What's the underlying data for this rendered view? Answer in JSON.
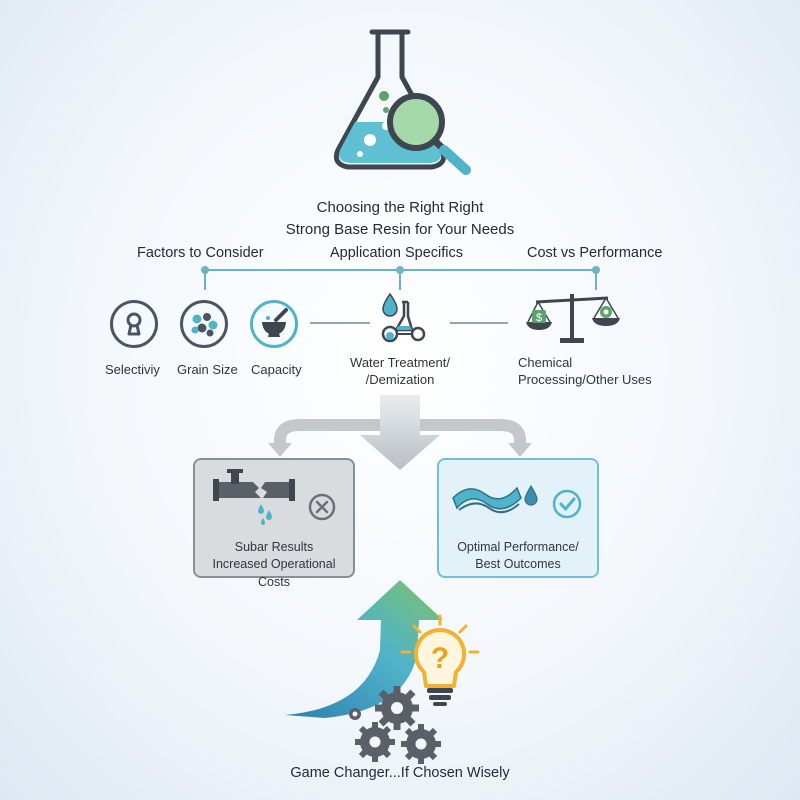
{
  "title": {
    "line1": "Choosing the Right Right",
    "line2": "Strong Base Resin for Your Needs"
  },
  "headers": {
    "factors": "Factors to Consider",
    "application": "Application Specifics",
    "cost": "Cost vs Performance"
  },
  "factors": {
    "selectivity": "Selectiviy",
    "grain_size": "Grain Size",
    "capacity": "Capacity"
  },
  "application": {
    "line1": "Water Treatment/",
    "line2": "/Demization"
  },
  "cost": {
    "line1": "Chemical",
    "line2": "Processing/Other Uses"
  },
  "outcomes": {
    "bad_line1": "Subar Results",
    "bad_line2": "Increased Operational Costs",
    "good_line1": "Optimal Performance/",
    "good_line2": "Best Outcomes"
  },
  "footer": "Game Changer...If Chosen Wisely",
  "colors": {
    "teal": "#4fb3c9",
    "dark": "#3f4650",
    "green": "#5aa469",
    "connector": "#6fb3c2",
    "arrow_gray": "#c4c8cc",
    "bulb": "#f2b12e"
  },
  "icons": [
    "flask-magnifier-icon",
    "keyhole-icon",
    "beads-icon",
    "mortar-bowl-icon",
    "water-drop-flasks-icon",
    "balance-scale-icon",
    "broken-pipe-icon",
    "x-circle-icon",
    "water-wave-icon",
    "check-circle-icon",
    "growth-arrow-icon",
    "gears-icon",
    "lightbulb-question-icon"
  ]
}
